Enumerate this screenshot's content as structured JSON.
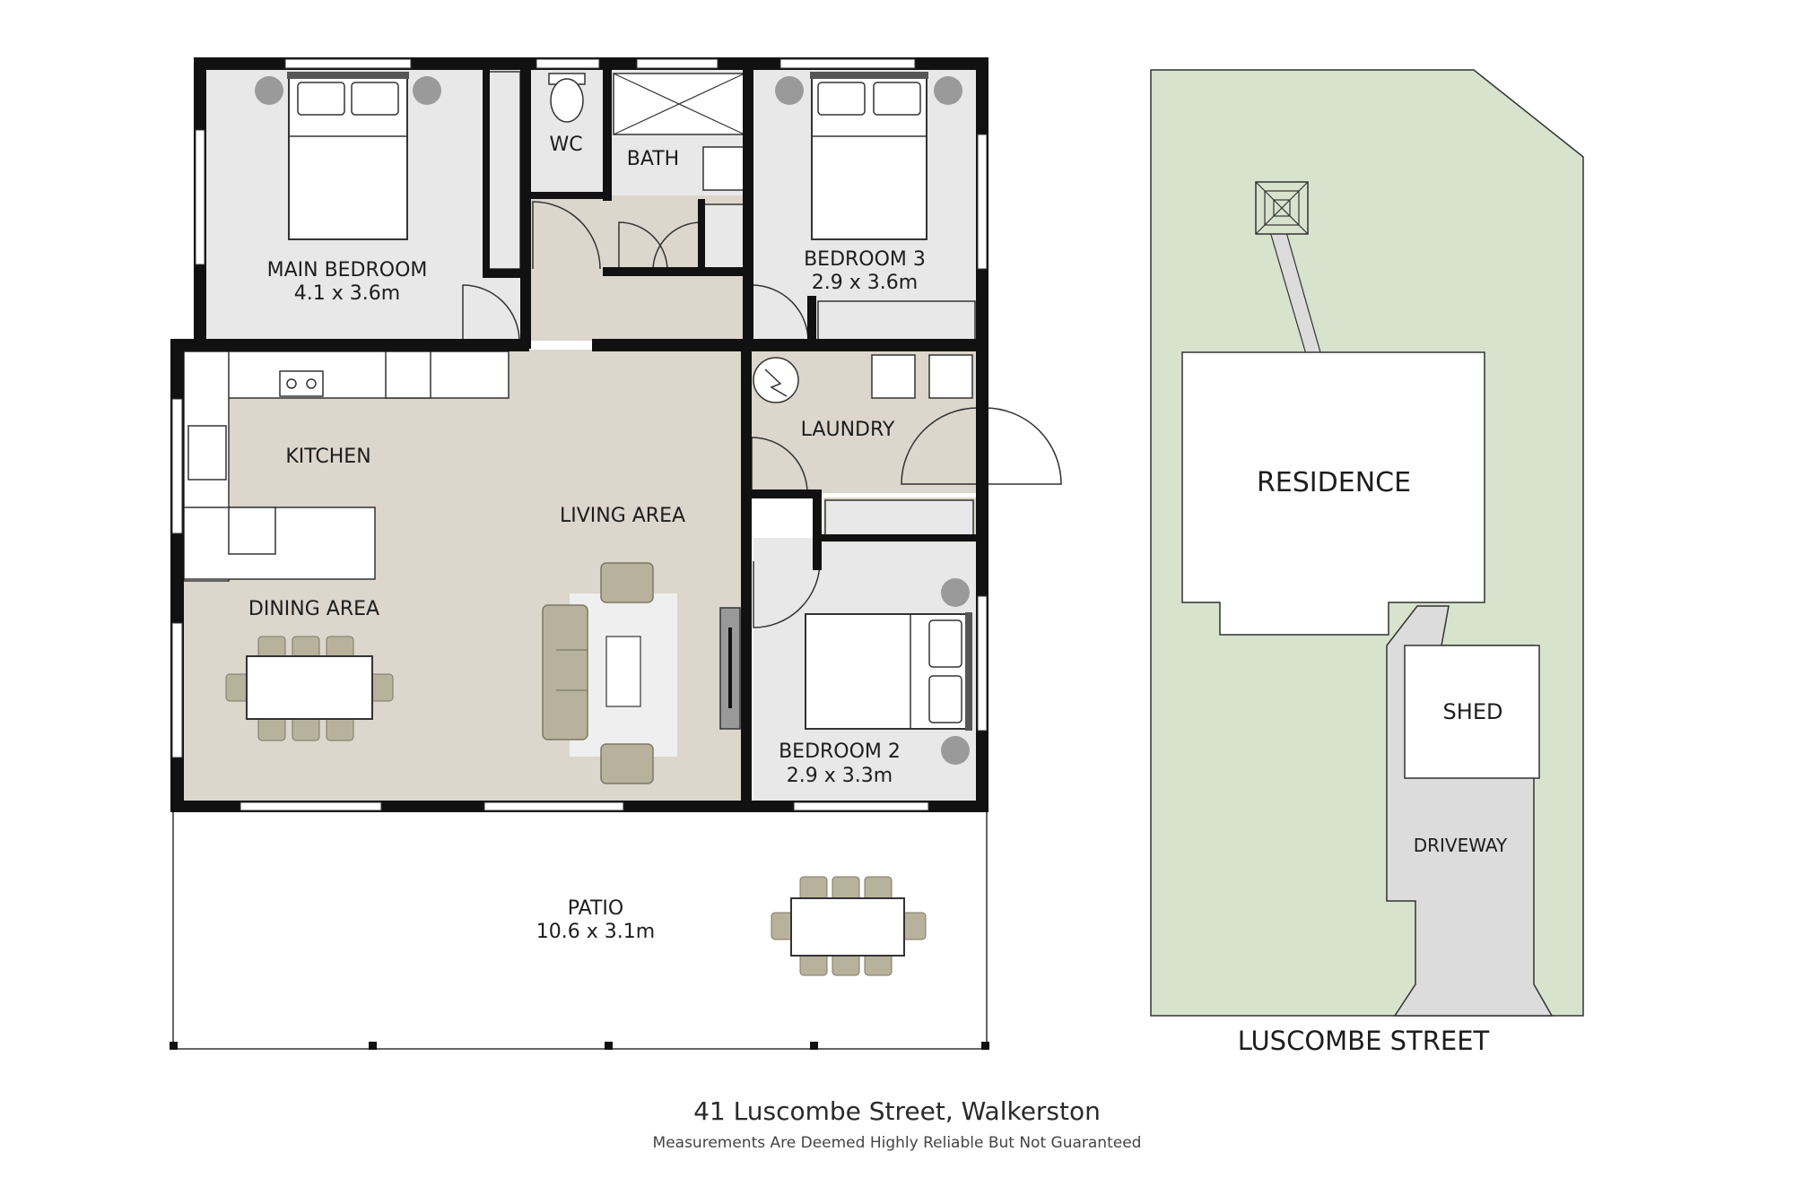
{
  "floor_plan": {
    "rooms": {
      "main_bedroom": {
        "name": "MAIN BEDROOM",
        "size": "4.1 x 3.6m"
      },
      "wc": {
        "name": "WC"
      },
      "bath": {
        "name": "BATH"
      },
      "bedroom3": {
        "name": "BEDROOM 3",
        "size": "2.9 x 3.6m"
      },
      "kitchen": {
        "name": "KITCHEN"
      },
      "laundry": {
        "name": "LAUNDRY"
      },
      "living": {
        "name": "LIVING AREA"
      },
      "dining": {
        "name": "DINING AREA"
      },
      "bedroom2": {
        "name": "BEDROOM 2",
        "size": "2.9 x 3.3m"
      },
      "patio": {
        "name": "PATIO",
        "size": "10.6 x 3.1m"
      }
    }
  },
  "site_plan": {
    "residence": "RESIDENCE",
    "shed": "SHED",
    "driveway": "DRIVEWAY",
    "street": "LUSCOMBE STREET"
  },
  "caption": {
    "address": "41 Luscombe Street, Walkerston",
    "disclaimer": "Measurements Are Deemed Highly Reliable But Not Guaranteed"
  },
  "colors": {
    "wall": "#111111",
    "room_light": "#e8e8e8",
    "living_floor": "#dcd6cc",
    "lawn": "#d7e3cd",
    "driveway": "#dcdcdc",
    "furniture": "#b8b29c"
  }
}
